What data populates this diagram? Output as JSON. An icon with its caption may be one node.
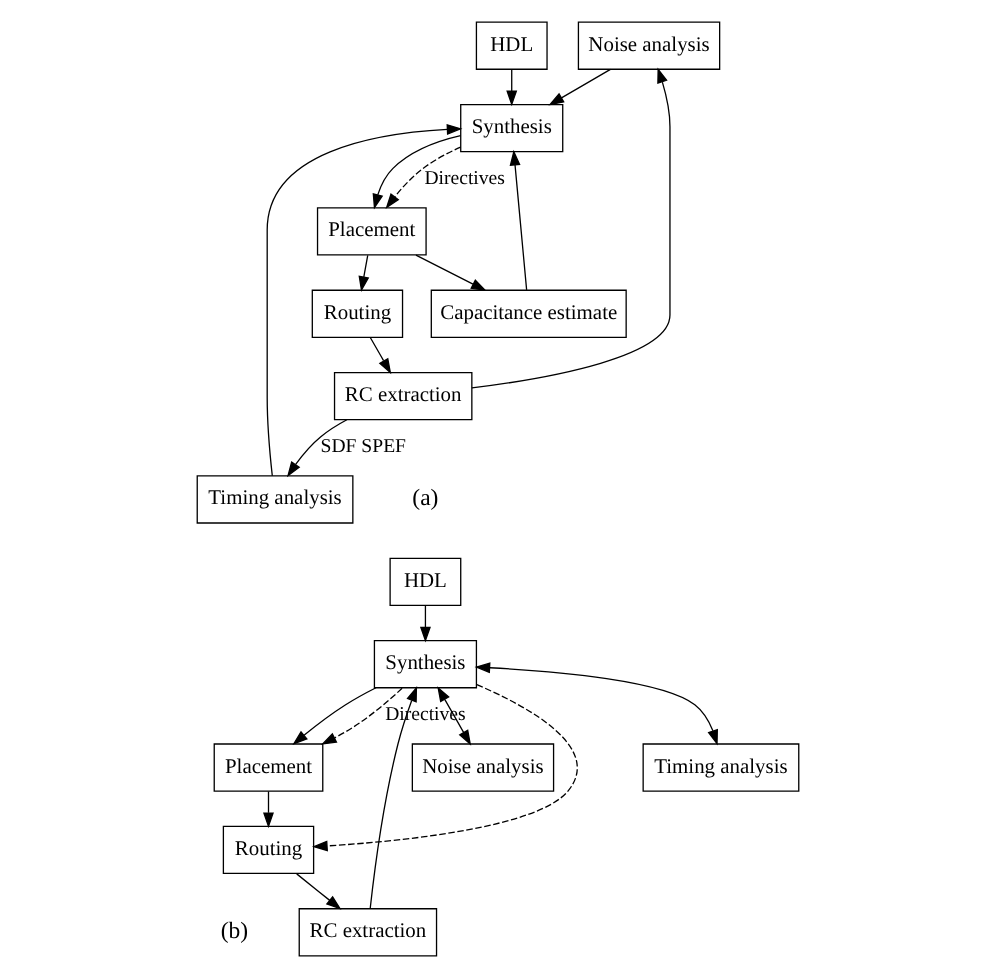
{
  "diagram": {
    "nodes": [
      {
        "text": [
          "Noise analysis"
        ]
      },
      {
        "text": [
          "Timing analysis"
        ]
      },
      {
        "text": [
          "HDL"
        ]
      },
      {
        "text": [
          "Synthesis"
        ]
      },
      {
        "text": [
          "Capacitance estimate"
        ]
      },
      {
        "text": [
          "Placement"
        ]
      },
      {
        "text": [
          "Routing"
        ]
      },
      {
        "text": [
          "RC extraction"
        ]
      },
      {
        "text": [
          "Noise analysis"
        ]
      },
      {
        "text": [
          "Timing analysis"
        ]
      },
      {
        "text": [
          "HDL"
        ]
      },
      {
        "text": [
          "Synthesis"
        ]
      },
      {
        "text": [
          "RC extraction"
        ]
      },
      {
        "text": [
          "Placement"
        ]
      },
      {
        "text": [
          "Routing"
        ]
      }
    ],
    "edges": [
      {
        "from": 2,
        "to": 3,
        "arrow": "to"
      },
      {
        "from": 0,
        "to": 3,
        "arrow": "to"
      },
      {
        "from": 1,
        "to": 3,
        "arrow": "to"
      },
      {
        "from": 4,
        "to": 3,
        "arrow": "to"
      },
      {
        "from": 3,
        "to": 5,
        "arrow": "to"
      },
      {
        "from": 3,
        "to": 5,
        "arrow": "to",
        "style": "dashed",
        "label": "Directives"
      },
      {
        "from": 5,
        "to": 4,
        "arrow": "to"
      },
      {
        "from": 5,
        "to": 6,
        "arrow": "to"
      },
      {
        "from": 6,
        "to": 7,
        "arrow": "to"
      },
      {
        "from": 7,
        "to": 1,
        "arrow": "to",
        "label": "SDF SPEF"
      },
      {
        "from": 7,
        "to": 0,
        "arrow": "to"
      },
      {
        "from": 10,
        "to": 11,
        "arrow": "to"
      },
      {
        "from": 12,
        "to": 11,
        "arrow": "to"
      },
      {
        "from": 11,
        "to": 8,
        "arrow": "both"
      },
      {
        "from": 11,
        "to": 9,
        "arrow": "both"
      },
      {
        "from": 11,
        "to": 13,
        "arrow": "to"
      },
      {
        "from": 11,
        "to": 13,
        "arrow": "to",
        "style": "dashed",
        "label": "Directives"
      },
      {
        "from": 11,
        "to": 14,
        "arrow": "to",
        "style": "dashed"
      },
      {
        "from": 13,
        "to": 14,
        "arrow": "to"
      },
      {
        "from": 14,
        "to": 12,
        "arrow": "to"
      }
    ],
    "labels": [
      "(a)",
      "(b)"
    ]
  }
}
